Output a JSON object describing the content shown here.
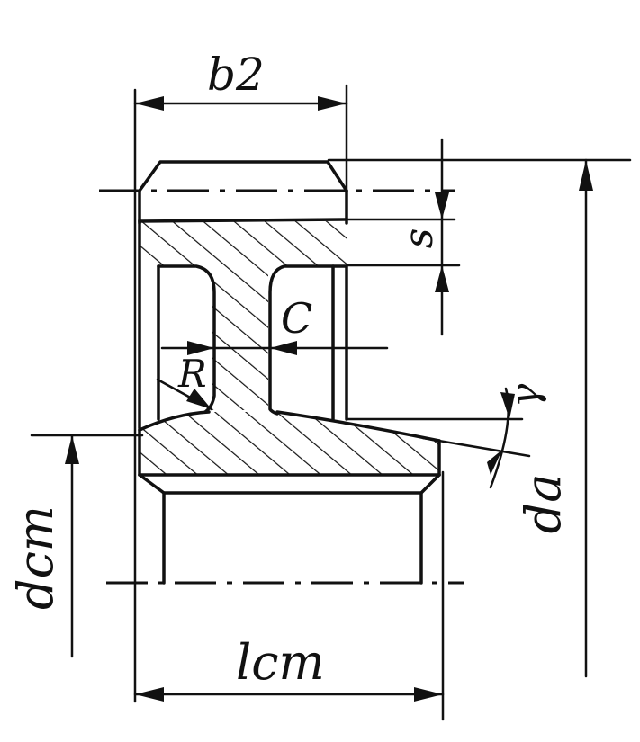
{
  "diagram": {
    "labels": {
      "b2": "b2",
      "s": "s",
      "c": "C",
      "r": "R",
      "gamma": "γ",
      "da": "da",
      "dcm": "dcm",
      "lcm": "lcm"
    },
    "colors": {
      "ink": "#111111",
      "paper": "#ffffff"
    }
  }
}
